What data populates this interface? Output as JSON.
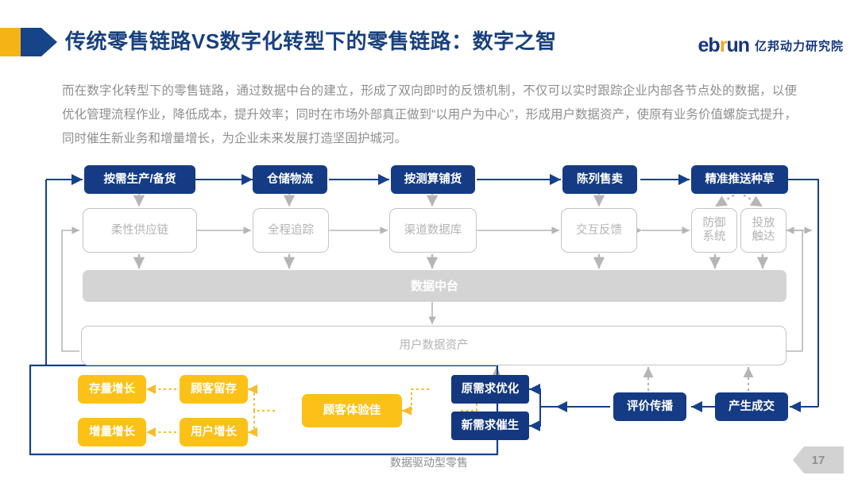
{
  "header": {
    "title": "传统零售链路VS数字化转型下的零售链路：数字之智",
    "logo_main": "eb",
    "logo_accent": "r",
    "logo_tail": "un",
    "logo_cn": "亿邦动力研究院",
    "arrow_yellow": "#f5b316",
    "arrow_blue": "#174489"
  },
  "body": {
    "paragraph": "而在数字化转型下的零售链路，通过数据中台的建立，形成了双向即时的反馈机制，不仅可以实时跟踪企业内部各节点处的数据，以便优化管理流程作业，降低成本，提升效率；同时在市场外部真正做到“以用户为中心”，形成用户数据资产，使原有业务价值螺旋式提升，同时催生新业务和增量增长，为企业未来发展打造坚固护城河。"
  },
  "colors": {
    "blue": "#143b84",
    "yellow": "#fcc117",
    "gray_fill": "#d4d4d4",
    "gray_line": "#b5b5b5",
    "blue_line": "#15408c"
  },
  "diagram": {
    "top_row": [
      {
        "label": "按需生产/备货"
      },
      {
        "label": "仓储物流"
      },
      {
        "label": "按测算铺货"
      },
      {
        "label": "陈列售卖"
      },
      {
        "label": "精准推送种草"
      }
    ],
    "mid_row": [
      {
        "label": "柔性供应链"
      },
      {
        "label": "全程追踪"
      },
      {
        "label": "渠道数据库"
      },
      {
        "label": "交互反馈"
      },
      {
        "label": "防御系统"
      },
      {
        "label": "投放触达"
      }
    ],
    "platform_bar": "数据中台",
    "asset_bar": "用户数据资产",
    "yellow_nodes": [
      {
        "label": "存量增长"
      },
      {
        "label": "增量增长"
      },
      {
        "label": "顾客留存"
      },
      {
        "label": "用户增长"
      },
      {
        "label": "顾客体验佳"
      }
    ],
    "demand_nodes": [
      {
        "label": "原需求优化"
      },
      {
        "label": "新需求催生"
      }
    ],
    "flow_nodes": [
      {
        "label": "评价传播"
      },
      {
        "label": "产生成交"
      }
    ],
    "caption": "数据驱动型零售"
  },
  "footer": {
    "page_number": "17"
  }
}
